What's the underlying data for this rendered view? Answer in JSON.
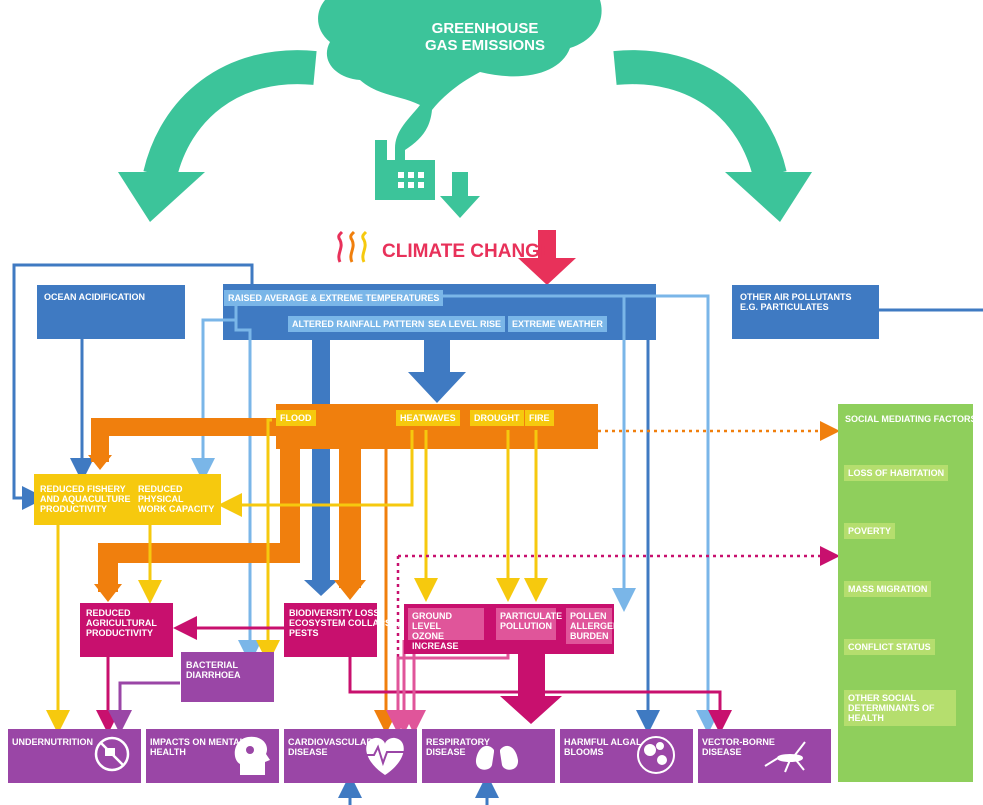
{
  "title": {
    "line1": "GREENHOUSE",
    "line2": "GAS EMISSIONS"
  },
  "climate_change": "CLIMATE CHANGE",
  "top_boxes": {
    "ocean": "OCEAN ACIDIFICATION",
    "temps": "RAISED AVERAGE & EXTREME TEMPERATURES",
    "rain": "ALTERED RAINFALL PATTERNS",
    "sea": "SEA LEVEL RISE",
    "weather": "EXTREME WEATHER",
    "air1": "OTHER AIR POLLUTANTS",
    "air2": "E.G. PARTICULATES"
  },
  "hazards": {
    "flood": "FLOOD",
    "heatwaves": "HEATWAVES",
    "drought": "DROUGHT",
    "fire": "FIRE"
  },
  "middle": {
    "fishery": [
      "REDUCED FISHERY",
      "AND AQUACULTURE",
      "PRODUCTIVITY"
    ],
    "work": [
      "REDUCED",
      "PHYSICAL",
      "WORK CAPACITY"
    ],
    "agri": [
      "REDUCED",
      "AGRICULTURAL",
      "PRODUCTIVITY"
    ],
    "bacterial": [
      "BACTERIAL",
      "DIARRHOEA"
    ],
    "biodiv": [
      "BIODIVERSITY LOSS,",
      "ECOSYSTEM COLLAPSE,",
      "PESTS"
    ],
    "ozone": [
      "GROUND LEVEL",
      "OZONE INCREASE"
    ],
    "particulate": [
      "PARTICULATE",
      "POLLUTION"
    ],
    "pollen": [
      "POLLEN",
      "ALLERGENICITY",
      "BURDEN"
    ]
  },
  "outcomes": {
    "undernutrition": [
      "UNDERNUTRITION"
    ],
    "mental": [
      "IMPACTS ON MENTAL",
      "HEALTH"
    ],
    "cardio": [
      "CARDIOVASCULAR",
      "DISEASE"
    ],
    "respiratory": [
      "RESPIRATORY",
      "DISEASE"
    ],
    "algal": [
      "HARMFUL ALGAL",
      "BLOOMS"
    ],
    "vector": [
      "VECTOR-BORNE",
      "DISEASE"
    ]
  },
  "social": {
    "title": "SOCIAL MEDIATING FACTORS",
    "items": [
      "LOSS OF HABITATION",
      "POVERTY",
      "MASS MIGRATION",
      "CONFLICT STATUS",
      "OTHER SOCIAL DETERMINANTS OF HEALTH"
    ]
  },
  "colors": {
    "teal": "#3cc49a",
    "blue": "#3f7ac2",
    "lightblue": "#7ab6e8",
    "orange": "#f07f0d",
    "yellow": "#f6c90e",
    "magenta": "#c8106e",
    "pink": "#e0559a",
    "purple": "#9a46a6",
    "green": "#8fcf5c",
    "red": "#e8315a"
  },
  "icons": [
    "factory-icon",
    "heat-waves-icon",
    "no-food-icon",
    "head-gears-icon",
    "heart-pulse-icon",
    "lungs-icon",
    "bubbles-icon",
    "mosquito-icon"
  ]
}
